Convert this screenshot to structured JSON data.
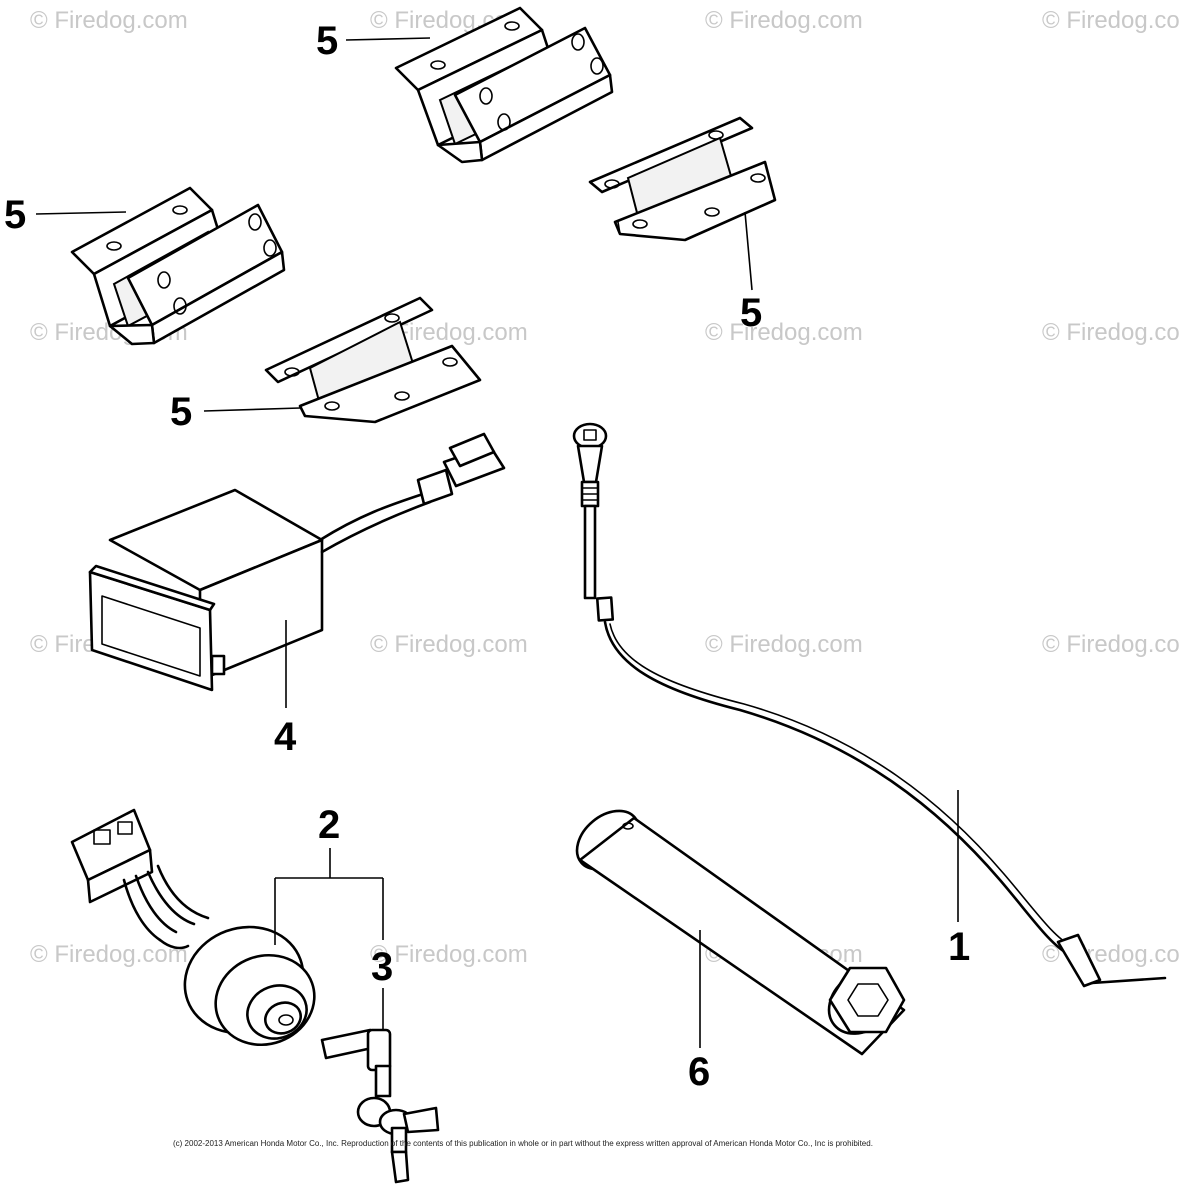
{
  "watermarks": [
    "© Firedog.com",
    "© Firedog.com",
    "© Firedog.com",
    "© Firedog.com",
    "© Firedog.com",
    "© Firedog.com",
    "© Firedog.com",
    "© Firedog.com",
    "© Firedog.com",
    "© Firedog.com",
    "© Firedog.com",
    "© Firedog.com",
    "© Firedog.com",
    "© Firedog.com",
    "© Firedog.com",
    "© Firedog.com"
  ],
  "callouts": {
    "item_1": "1",
    "item_2": "2",
    "item_3": "3",
    "item_4": "4",
    "item_5a": "5",
    "item_5b": "5",
    "item_5c": "5",
    "item_5d": "5",
    "item_6": "6"
  },
  "copyright": "(c) 2002-2013 American Honda Motor Co., Inc. Reproduction of the contents of this publication in whole or in part without the express written approval of American Honda Motor Co., Inc is prohibited."
}
